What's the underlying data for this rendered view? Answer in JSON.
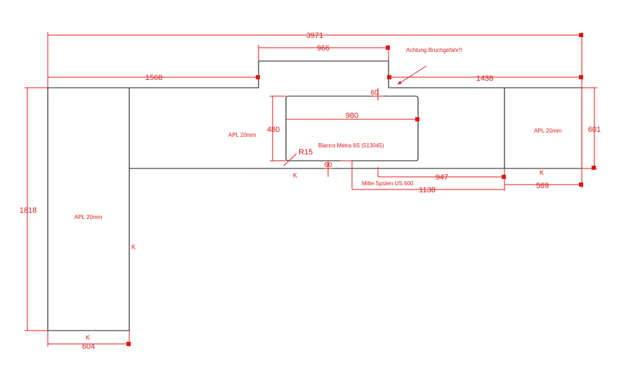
{
  "drawing": {
    "dimensions": {
      "total_width": "3971",
      "left_section_top": "1568",
      "raised_section": "966",
      "right_section_top": "1438",
      "sink_gap_top": "60",
      "sink_width": "980",
      "sink_depth": "480",
      "sink_gap_bottom": "60",
      "to_right_edge": "947",
      "to_right_edge_long": "1138",
      "right_end": "569",
      "right_depth": "601",
      "left_leg_depth": "1818",
      "left_leg_width": "604",
      "radius": "R15"
    },
    "labels": {
      "warning": "Achtung Bruchgefahr!!",
      "sink_model": "Blanco Metra 6S (513045)",
      "sink_center": "Mitte Spülen US 600",
      "apl_middle": "APL 20mm",
      "apl_right": "APL 20mm",
      "apl_left": "APL 20mm",
      "edge_k_1": "K",
      "edge_k_2": "K",
      "edge_k_3": "K",
      "edge_k_4": "K"
    }
  }
}
